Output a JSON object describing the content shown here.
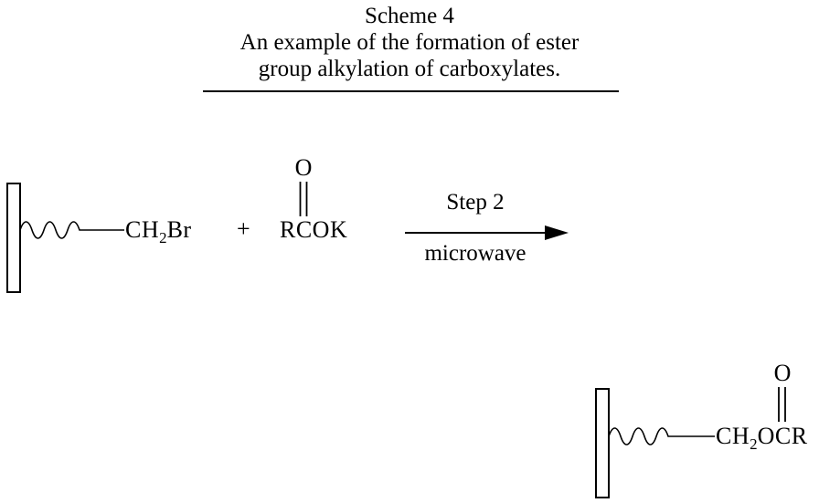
{
  "scheme": {
    "title": "Scheme 4",
    "subtitle_line1": "An example of the formation of ester",
    "subtitle_line2": "group alkylation of carboxylates."
  },
  "reaction": {
    "reactant_resin": {
      "formula_prefix": "CH",
      "formula_sub": "2",
      "formula_suffix": "Br"
    },
    "plus": "+",
    "reactant_salt": {
      "formula": "RCOK",
      "carbonyl_oxygen": "O"
    },
    "arrow": {
      "label_top": "Step 2",
      "label_bottom": "microwave"
    },
    "product_resin": {
      "formula_prefix": "CH",
      "formula_sub": "2",
      "formula_suffix": "OCR",
      "carbonyl_oxygen": "O"
    }
  }
}
